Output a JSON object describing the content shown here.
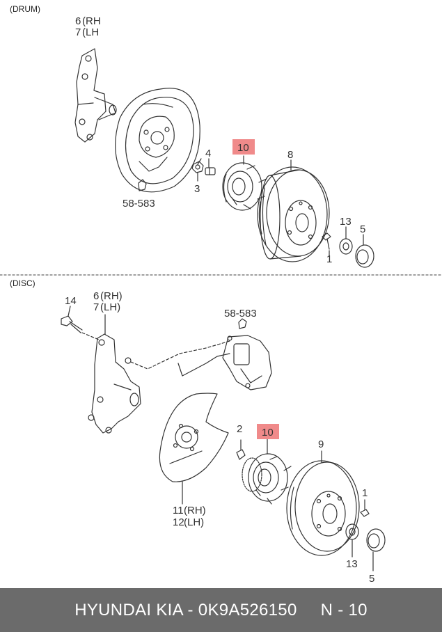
{
  "sections": {
    "drum": "(DRUM)",
    "disc": "(DISC)"
  },
  "drum_labels": {
    "p6": "6",
    "p6_side": "(RH",
    "p7": "7",
    "p7_side": "(LH",
    "p4": "4",
    "p3": "3",
    "p10": "10",
    "p8": "8",
    "p13": "13",
    "p5": "5",
    "p1": "1",
    "ref": "58-583"
  },
  "disc_labels": {
    "p14": "14",
    "p6": "6",
    "p6_side": "(RH)",
    "p7": "7",
    "p7_side": "(LH)",
    "ref": "58-583",
    "p2": "2",
    "p10": "10",
    "p9": "9",
    "p1": "1",
    "p11": "11",
    "p11_side": "(RH)",
    "p12": "12",
    "p12_side": "(LH)",
    "p13": "13",
    "p5": "5"
  },
  "footer": {
    "part_text": "HYUNDAI KIA - 0K9A526150",
    "page_text": "N - 10"
  },
  "colors": {
    "highlight": "#f08a8a",
    "footer_bg": "#6b6b6b",
    "line": "#333333"
  }
}
